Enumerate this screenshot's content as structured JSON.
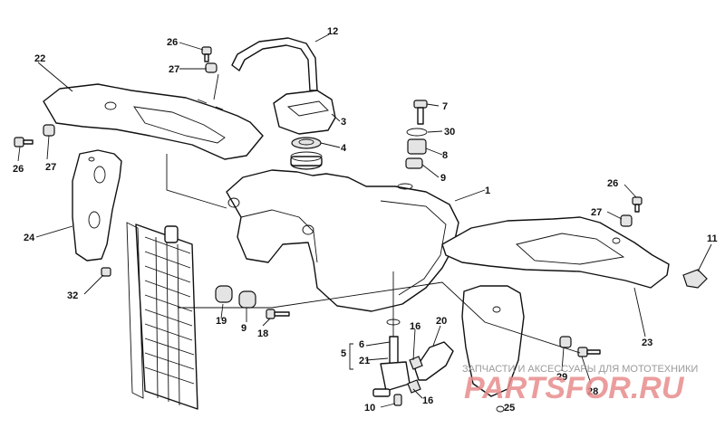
{
  "diagram": {
    "labels": {
      "l1": "1",
      "l3": "3",
      "l4": "4",
      "l5": "5",
      "l6": "6",
      "l7": "7",
      "l8": "8",
      "l9a": "9",
      "l9b": "9",
      "l10": "10",
      "l11": "11",
      "l12": "12",
      "l16a": "16",
      "l16b": "16",
      "l18": "18",
      "l19": "19",
      "l20": "20",
      "l21": "21",
      "l22": "22",
      "l23": "23",
      "l24": "24",
      "l25": "25",
      "l26a": "26",
      "l26b": "26",
      "l26c": "26",
      "l27a": "27",
      "l27b": "27",
      "l27c": "27",
      "l28": "28",
      "l29": "29",
      "l30": "30",
      "l32": "32"
    }
  },
  "watermark": {
    "caption": "ЗАПЧАСТИ И АКСЕССУАРЫ ДЛЯ МОТОТЕХНИКИ",
    "brand": "PARTSFOR.RU"
  },
  "colors": {
    "line": "#111111",
    "watermark_brand": "#e88c8c",
    "watermark_caption": "#9a9a9a"
  }
}
